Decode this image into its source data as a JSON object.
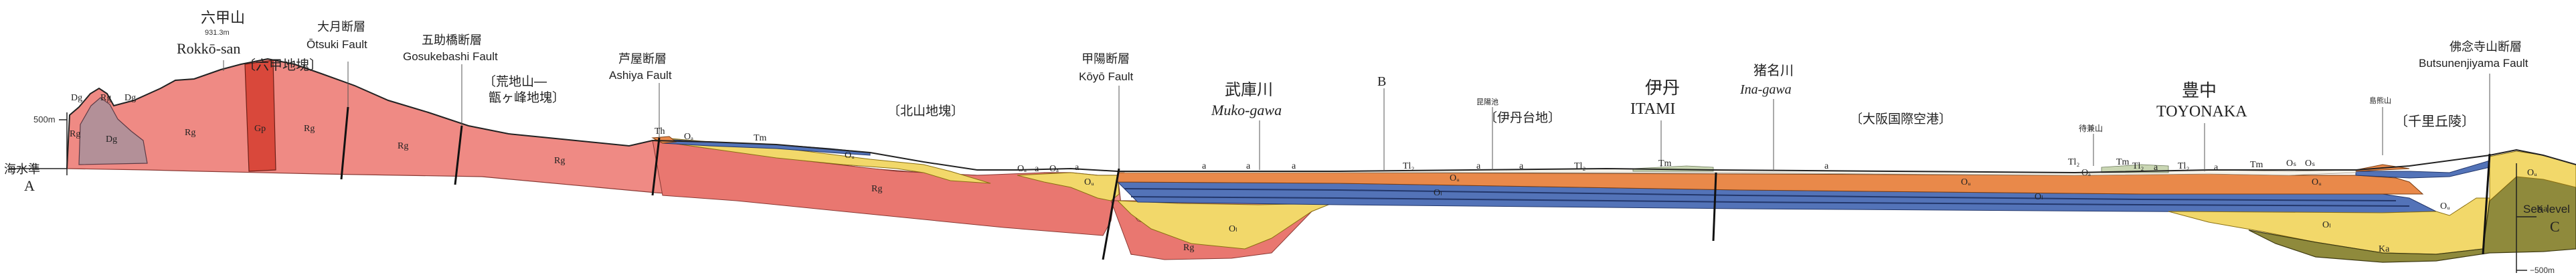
{
  "section": {
    "end_left": "A",
    "end_right": "C",
    "sea_level_left": "海水準",
    "sea_level_right": "Sea level",
    "elev_500": "500m",
    "elev_minus500": "−500m",
    "section_b": "B"
  },
  "peaks": {
    "rokko_jp": "六甲山",
    "rokko_elev": "931.3m",
    "rokko_en": "Rokkō-san",
    "tochiyama": "待兼山",
    "shimasan": "島熊山",
    "kunya": "昆陽池"
  },
  "regions": {
    "rokko_block": "〔六甲地塊〕",
    "kojin_block_1": "〔荒地山―",
    "kojin_block_2": "甑ヶ峰地塊〕",
    "kitayama_block": "〔北山地塊〕",
    "itami_plateau": "〔伊丹台地〕",
    "osaka_airport": "〔大阪国際空港〕",
    "senri_hills": "〔千里丘陵〕"
  },
  "faults": {
    "otsuki_jp": "大月断層",
    "otsuki_en": "Ōtsuki Fault",
    "gosukebashi_jp": "五助橋断層",
    "gosukebashi_en": "Gosukebashi Fault",
    "ashiya_jp": "芦屋断層",
    "ashiya_en": "Ashiya Fault",
    "koyo_jp": "甲陽断層",
    "koyo_en": "Kōyō Fault",
    "butsunenjiyama_jp": "佛念寺山断層",
    "butsunenjiyama_en": "Butsunenjiyama Fault"
  },
  "rivers": {
    "muko_jp": "武庫川",
    "muko_en": "Muko-gawa",
    "ina_jp": "猪名川",
    "ina_en": "Ina-gawa"
  },
  "cities": {
    "itami_jp": "伊丹",
    "itami_en": "ITAMI",
    "toyonaka_jp": "豊中",
    "toyonaka_en": "TOYONAKA"
  },
  "units": {
    "rg": "Rg",
    "dg": "Dg",
    "gp": "Gp",
    "th": "Th",
    "tm": "Tm",
    "tl": "Tl",
    "tl2": "Tl₂",
    "oa": "Oₐ",
    "os": "Oₛ",
    "ou": "Oᵤ",
    "ol": "Oₗ",
    "a": "a",
    "ka": "Ka"
  },
  "colors": {
    "granite_rokko": "#ef8a84",
    "granite_dark": "#e36a63",
    "gp_porphyry": "#d9483b",
    "dg_diorite": "#b39098",
    "orange_upper": "#e9894a",
    "blue_marine": "#5373b8",
    "yellow_sand": "#f2d86a",
    "olive_ka": "#8f8a3c",
    "terrace": "#c9d6b3",
    "alluvium": "#f6f3ea"
  }
}
